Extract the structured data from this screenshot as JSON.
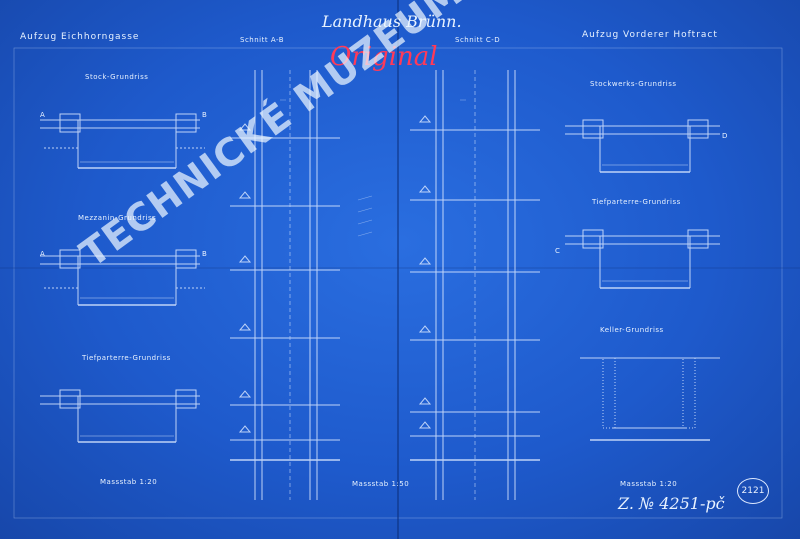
{
  "title": "Landhaus Brünn.",
  "annotation_red": "Original",
  "headers": {
    "left": "Aufzug Eichhorngasse",
    "right": "Aufzug Vorderer Hoftract",
    "section_ab": "Schnitt A-B",
    "section_cd": "Schnitt C-D"
  },
  "left_plans": {
    "plan1": "Stock-Grundriss",
    "plan2": "Mezzanin-Grundriss",
    "plan3": "Tiefparterre-Grundriss"
  },
  "right_plans": {
    "plan1": "Stockwerks-Grundriss",
    "plan2": "Tiefparterre-Grundriss",
    "plan3": "Keller-Grundriss"
  },
  "scales": {
    "left": "Massstab 1:20",
    "middle": "Massstab 1:50",
    "right": "Massstab 1:20"
  },
  "watermark": "TECHNICKÉ MUZEUM V BRNĚ",
  "stamp_number": "2121",
  "reg_number": "Z. № 4251-pč",
  "marks": {
    "a": "A",
    "b": "B",
    "c": "C",
    "d": "D"
  }
}
